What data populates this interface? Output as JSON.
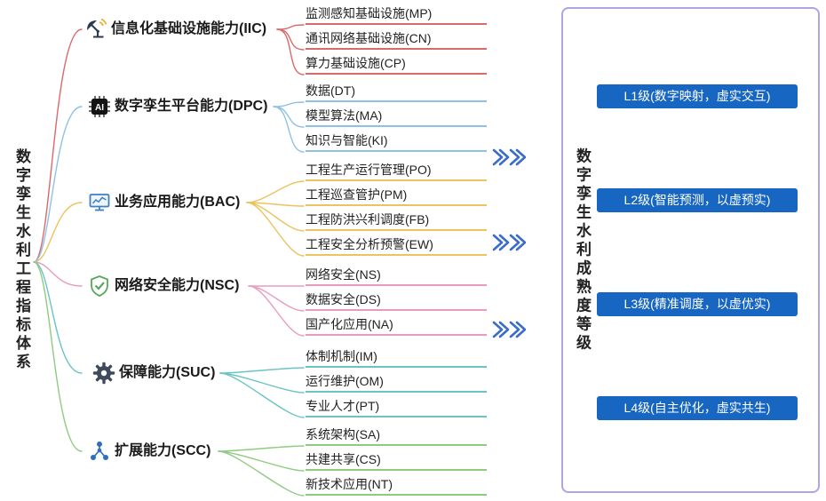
{
  "root": {
    "title": "数字孪生水利工程指标体系"
  },
  "categories": [
    {
      "id": "IIC",
      "label": "信息化基础设施能力(IIC)",
      "color": "#d96a6a",
      "icon": "satellite-dish",
      "children": [
        "监测感知基础设施(MP)",
        "通讯网络基础设施(CN)",
        "算力基础设施(CP)"
      ]
    },
    {
      "id": "DPC",
      "label": "数字孪生平台能力(DPC)",
      "color": "#8fc1e4",
      "icon": "ai-chip",
      "children": [
        "数据(DT)",
        "模型算法(MA)",
        "知识与智能(KI)"
      ]
    },
    {
      "id": "BAC",
      "label": "业务应用能力(BAC)",
      "color": "#e9c45f",
      "icon": "monitor-chart",
      "children": [
        "工程生产运行管理(PO)",
        "工程巡查管护(PM)",
        "工程防洪兴利调度(FB)",
        "工程安全分析预警(EW)"
      ]
    },
    {
      "id": "NSC",
      "label": "网络安全能力(NSC)",
      "color": "#ea9cbe",
      "icon": "shield-check",
      "children": [
        "网络安全(NS)",
        "数据安全(DS)",
        "国产化应用(NA)"
      ]
    },
    {
      "id": "SUC",
      "label": "保障能力(SUC)",
      "color": "#6ac4c4",
      "icon": "gear",
      "children": [
        "体制机制(IM)",
        "运行维护(OM)",
        "专业人才(PT)"
      ]
    },
    {
      "id": "SCC",
      "label": "扩展能力(SCC)",
      "color": "#8ecb80",
      "icon": "network-nodes",
      "children": [
        "系统架构(SA)",
        "共建共享(CS)",
        "新技术应用(NT)"
      ]
    }
  ],
  "icons": {
    "chip_text": "AI"
  },
  "ui": {
    "chevron_symbol": "》》",
    "chevron_color": "#3a6cc8",
    "text_color": "#222222"
  },
  "maturity": {
    "title": "数字孪生水利成熟度等级",
    "levels": [
      "L1级(数字映射，虚实交互)",
      "L2级(智能预测，以虚预实)",
      "L3级(精准调度，以虚优实)",
      "L4级(自主优化，虚实共生)"
    ],
    "level_bg": "#1766c2",
    "border_color": "#b1a3e4"
  }
}
